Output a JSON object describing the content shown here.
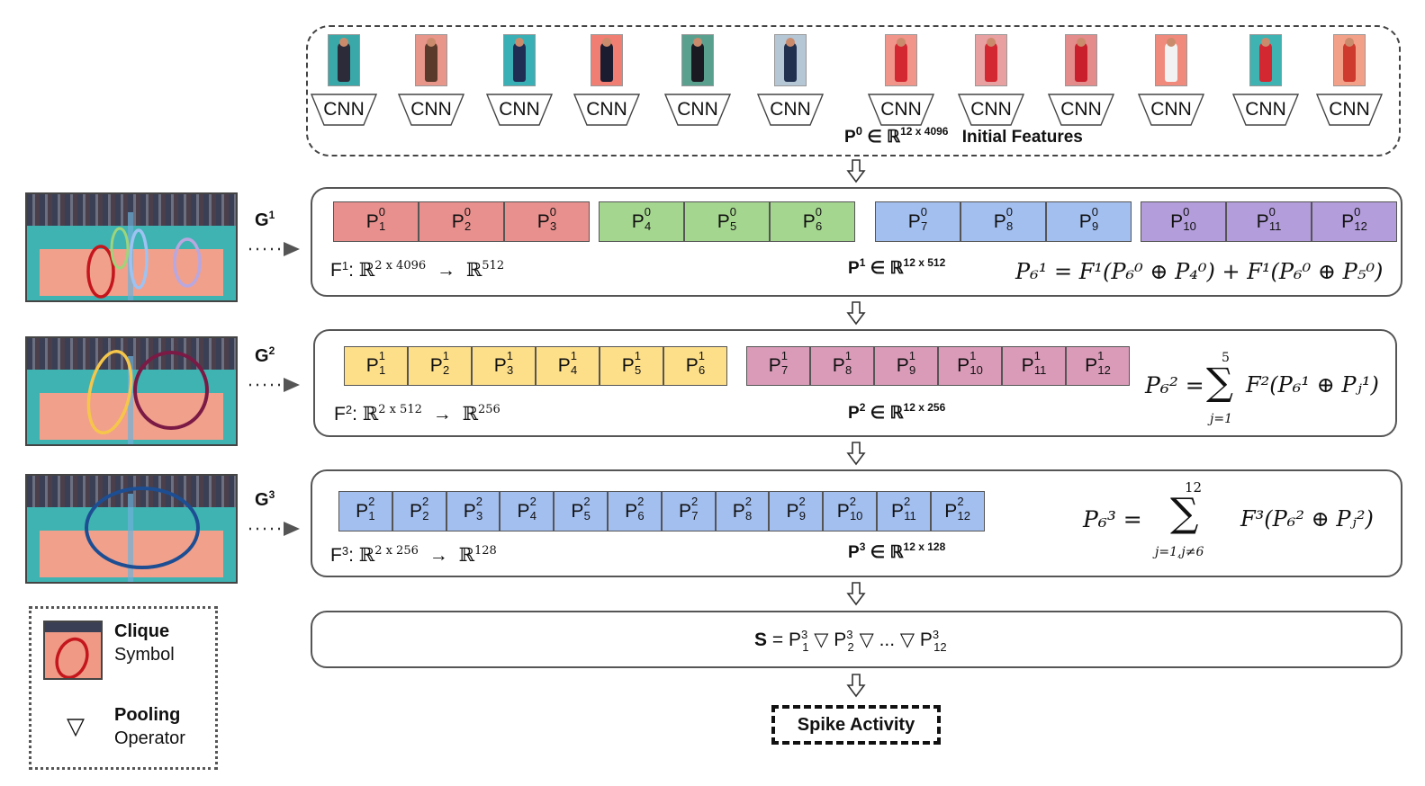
{
  "cnn_label": "CNN",
  "initial": {
    "p_label": "P",
    "p_sup": "0",
    "space": "∈ ℝ",
    "dims": "12 x 4096",
    "caption": "Initial Features"
  },
  "row1": {
    "cells": [
      {
        "s": "0",
        "i": "1"
      },
      {
        "s": "0",
        "i": "2"
      },
      {
        "s": "0",
        "i": "3"
      },
      {
        "s": "0",
        "i": "4"
      },
      {
        "s": "0",
        "i": "5"
      },
      {
        "s": "0",
        "i": "6"
      },
      {
        "s": "0",
        "i": "7"
      },
      {
        "s": "0",
        "i": "8"
      },
      {
        "s": "0",
        "i": "9"
      },
      {
        "s": "0",
        "i": "10"
      },
      {
        "s": "0",
        "i": "11"
      },
      {
        "s": "0",
        "i": "12"
      }
    ],
    "colors": [
      "#e8908e",
      "#a5d690",
      "#a3bff0",
      "#b39ddb"
    ],
    "f_label": "F",
    "f_sup": "1",
    "f_map": "ℝ",
    "f_in": "2 x 4096",
    "f_arrow": "→",
    "f_out": "512",
    "p_label": "P",
    "p_sup": "1",
    "space": "∈ ℝ",
    "dims": "12 x 512",
    "equation": "P₆¹ = F¹(P₆⁰ ⊕ P₄⁰) + F¹(P₆⁰ ⊕ P₅⁰)"
  },
  "row2": {
    "cells": [
      {
        "s": "1",
        "i": "1"
      },
      {
        "s": "1",
        "i": "2"
      },
      {
        "s": "1",
        "i": "3"
      },
      {
        "s": "1",
        "i": "4"
      },
      {
        "s": "1",
        "i": "5"
      },
      {
        "s": "1",
        "i": "6"
      },
      {
        "s": "1",
        "i": "7"
      },
      {
        "s": "1",
        "i": "8"
      },
      {
        "s": "1",
        "i": "9"
      },
      {
        "s": "1",
        "i": "10"
      },
      {
        "s": "1",
        "i": "11"
      },
      {
        "s": "1",
        "i": "12"
      }
    ],
    "colors": [
      "#fddf8a",
      "#d99bb8"
    ],
    "f_label": "F",
    "f_sup": "2",
    "f_map": "ℝ",
    "f_in": "2 x 512",
    "f_arrow": "→",
    "f_out": "256",
    "p_label": "P",
    "p_sup": "2",
    "space": "∈ ℝ",
    "dims": "12 x 256",
    "eq_lhs": "P₆² =",
    "eq_sum_top": "5",
    "eq_sum_bottom": "j=1",
    "eq_rhs": "F²(P₆¹ ⊕ Pⱼ¹)"
  },
  "row3": {
    "cells": [
      {
        "s": "2",
        "i": "1"
      },
      {
        "s": "2",
        "i": "2"
      },
      {
        "s": "2",
        "i": "3"
      },
      {
        "s": "2",
        "i": "4"
      },
      {
        "s": "2",
        "i": "5"
      },
      {
        "s": "2",
        "i": "6"
      },
      {
        "s": "2",
        "i": "7"
      },
      {
        "s": "2",
        "i": "8"
      },
      {
        "s": "2",
        "i": "9"
      },
      {
        "s": "2",
        "i": "10"
      },
      {
        "s": "2",
        "i": "11"
      },
      {
        "s": "2",
        "i": "12"
      }
    ],
    "colors": [
      "#a3bff0"
    ],
    "f_label": "F",
    "f_sup": "3",
    "f_map": "ℝ",
    "f_in": "2 x 256",
    "f_arrow": "→",
    "f_out": "128",
    "p_label": "P",
    "p_sup": "3",
    "space": "∈ ℝ",
    "dims": "12 x 128",
    "eq_lhs": "P₆³ =",
    "eq_sum_top": "12",
    "eq_sum_bottom": "j=1,j≠6",
    "eq_rhs": "F³(P₆² ⊕ Pⱼ²)"
  },
  "pooling_row": {
    "s_label": "S",
    "eq": "=",
    "items": [
      {
        "s": "3",
        "i": "1"
      },
      {
        "s": "3",
        "i": "2"
      },
      {
        "s": "3",
        "i": "12"
      }
    ],
    "op": "▽",
    "ellipsis": "..."
  },
  "graphs": [
    {
      "label": "G",
      "sup": "1"
    },
    {
      "label": "G",
      "sup": "2"
    },
    {
      "label": "G",
      "sup": "3"
    }
  ],
  "output": "Spike Activity",
  "legend": {
    "clique_title": "Clique",
    "clique_sub": "Symbol",
    "pool_symbol": "▽",
    "pool_title": "Pooling",
    "pool_sub": "Operator"
  }
}
